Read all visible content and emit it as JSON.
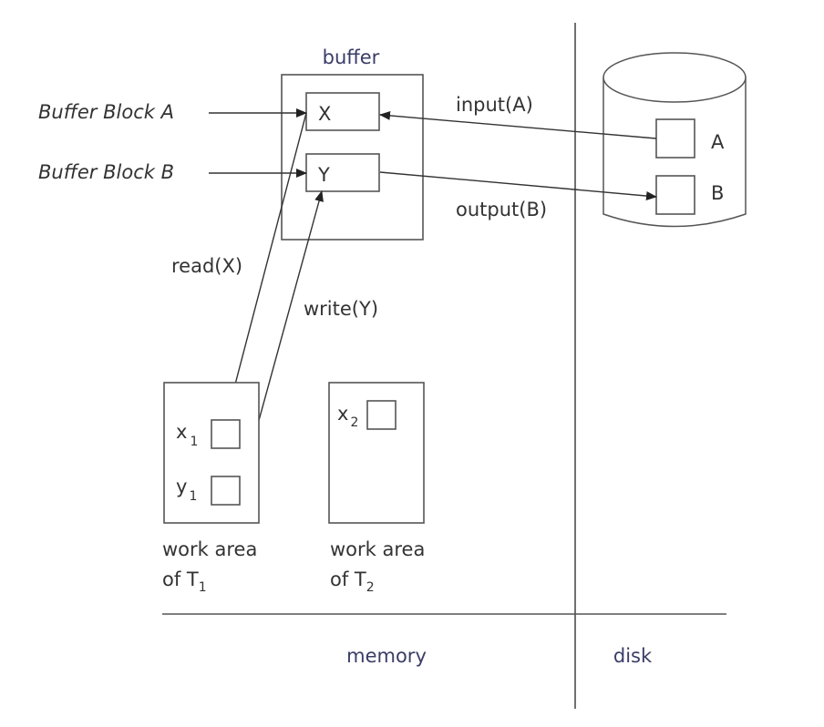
{
  "labels": {
    "buffer": "buffer",
    "buffer_block_a": "Buffer Block A",
    "buffer_block_b": "Buffer Block B",
    "block_x": "X",
    "block_y": "Y",
    "input": "input(A)",
    "output": "output(B)",
    "read": "read(X)",
    "write": "write(Y)",
    "disk_a": "A",
    "disk_b": "B",
    "x1_main": "x",
    "x1_sub": "1",
    "y1_main": "y",
    "y1_sub": "1",
    "x2_main": "x",
    "x2_sub": "2",
    "wa1_line1": "work area",
    "wa1_line2_main": "of T",
    "wa1_line2_sub": "1",
    "wa2_line1": "work area",
    "wa2_line2_main": "of T",
    "wa2_line2_sub": "2",
    "memory": "memory",
    "disk": "disk"
  },
  "colors": {
    "region_label": "#3a3d66",
    "line": "#333333"
  }
}
